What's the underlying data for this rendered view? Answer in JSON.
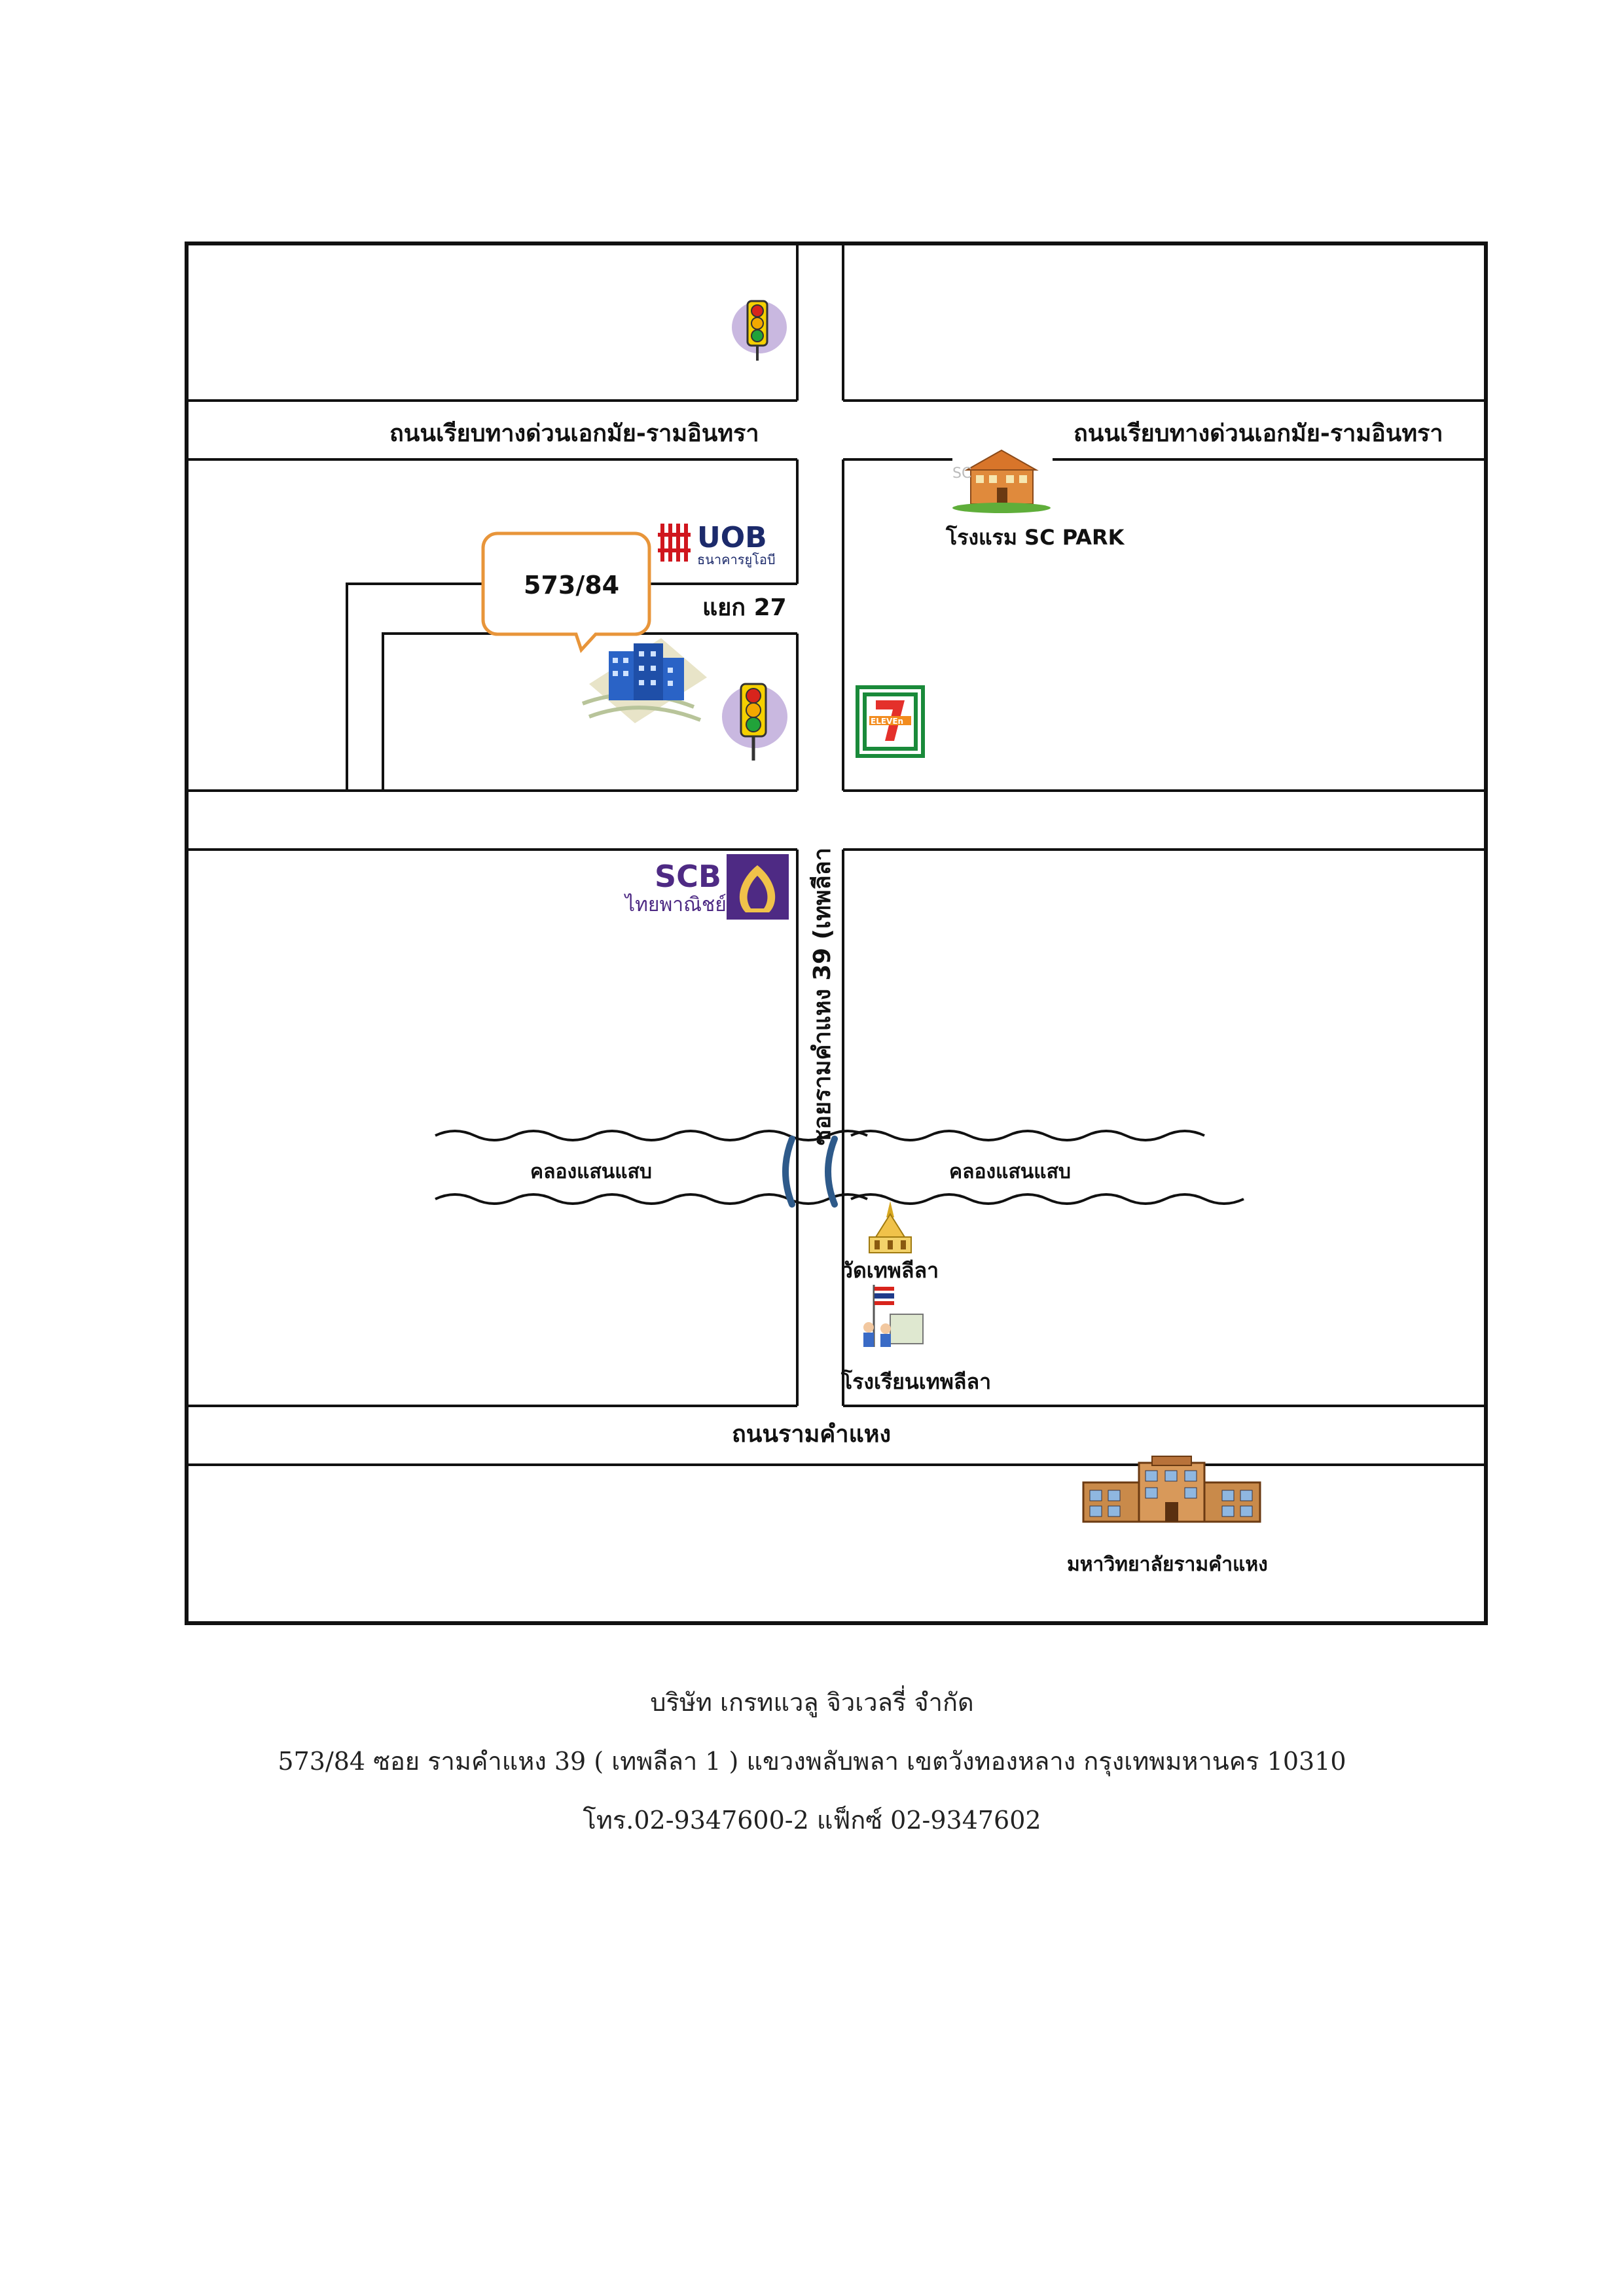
{
  "map": {
    "roads": {
      "expressway_left": "ถนนเรียบทางด่วนเอกมัย-รามอินทรา",
      "expressway_right": "ถนนเรียบทางด่วนเอกมัย-รามอินทรา",
      "intersection": "แยก 27",
      "soi": "ซอยรามคำแหง 39 (เทพลีลา",
      "main_road": "ถนนรามคำแหง"
    },
    "canal": {
      "left": "คลองแสนแสบ",
      "right": "คลองแสนแสบ"
    },
    "destination": {
      "label": "573/84"
    },
    "landmarks": {
      "uob_logo_text": "UOB",
      "uob_logo_sub": "ธนาคารยูโอบี",
      "hotel": "โรงแรม SC PARK",
      "seven_eleven_text": "ELEVEn",
      "scb_logo_text": "SCB",
      "scb_logo_sub": "ไทยพาณิชย์",
      "temple": "วัดเทพลีลา",
      "school": "โรงเรียนเทพลีลา",
      "university": "มหาวิทยาลัยรามคำแหง"
    },
    "colors": {
      "callout_border": "#e8953a",
      "uob_red": "#d0161e",
      "uob_navy": "#1c2a6b",
      "scb_purple": "#4e2a84",
      "seven_green": "#1a8a3a",
      "canal_blue": "#2e5a8a"
    }
  },
  "footer": {
    "company": "บริษัท เกรทแวลู จิวเวลรี่ จำกัด",
    "address": "573/84 ซอย รามคำแหง 39 ( เทพลีลา 1 ) แขวงพลับพลา เขตวังทองหลาง กรุงเทพมหานคร 10310",
    "contact": "โทร.02-9347600-2 แฟ็กซ์ 02-9347602"
  }
}
